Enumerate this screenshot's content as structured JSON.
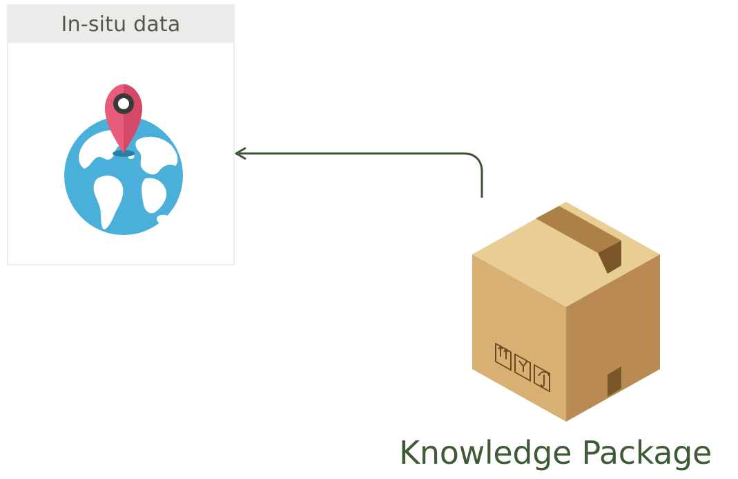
{
  "in_situ_card": {
    "title": "In-situ data",
    "globe_icon": "globe-icon",
    "pin_icon": "map-pin-icon"
  },
  "arrow": {
    "direction": "package-to-in-situ-data",
    "color": "#3e5035"
  },
  "package": {
    "label": "Knowledge Package",
    "icon": "cardboard-box-icon",
    "label_color": "#3f5a36"
  },
  "colors": {
    "ocean": "#4ab0d9",
    "land": "#ffffff",
    "pin": "#e85b7a",
    "box_light": "#e3c489",
    "box_mid": "#d2a869",
    "box_dark": "#b68650",
    "tape": "#a47a44"
  }
}
